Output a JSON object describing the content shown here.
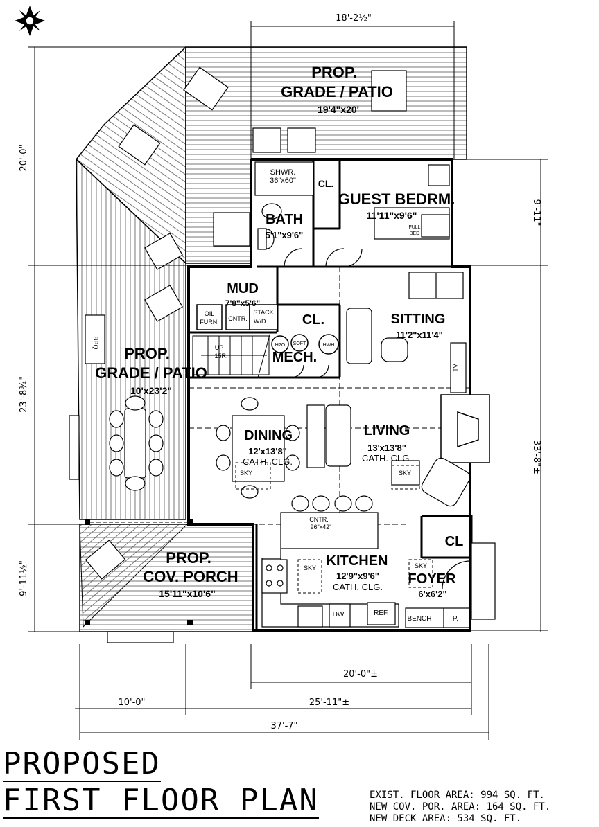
{
  "title": {
    "line1": "PROPOSED",
    "line2": "FIRST FLOOR PLAN"
  },
  "areas": [
    "EXIST. FLOOR AREA: 994 SQ. FT.",
    "NEW COV. POR. AREA: 164 SQ. FT.",
    "NEW DECK AREA: 534 SQ. FT."
  ],
  "rooms": {
    "patio_top": {
      "name1": "PROP.",
      "name2": "GRADE / PATIO",
      "size": "19'4\"x20'"
    },
    "patio_left": {
      "name1": "PROP.",
      "name2": "GRADE / PATIO",
      "size": "10'x23'2\""
    },
    "porch": {
      "name1": "PROP.",
      "name2": "COV. PORCH",
      "size": "15'11\"x10'6\""
    },
    "guest": {
      "name": "GUEST BEDRM.",
      "size": "11'11\"x9'6\""
    },
    "bath": {
      "name": "BATH",
      "size": "5'1\"x9'6\""
    },
    "shower": {
      "name": "SHWR.",
      "size": "36\"x60\""
    },
    "mud": {
      "name": "MUD",
      "size": "7'8\"x5'6\""
    },
    "sitting": {
      "name": "SITTING",
      "size": "11'2\"x11'4\""
    },
    "mech": {
      "name": "MECH."
    },
    "dining": {
      "name": "DINING",
      "size": "12'x13'8\"",
      "note": "CATH. CLG."
    },
    "living": {
      "name": "LIVING",
      "size": "13'x13'8\"",
      "note": "CATH. CLG."
    },
    "kitchen": {
      "name": "KITCHEN",
      "size": "12'9\"x9'6\"",
      "note": "CATH. CLG."
    },
    "foyer": {
      "name": "FOYER",
      "size": "6'x6'2\""
    }
  },
  "labels": {
    "cl": "CL.",
    "cl_foyer": "CL",
    "oil1": "OIL",
    "oil2": "FURN.",
    "cntr": "CNTR.",
    "stack1": "STACK",
    "stack2": "W/D.",
    "up1": "UP",
    "up2": "15R.",
    "h2o": "H2O",
    "soft": "SOFT",
    "hwh": "HWH",
    "bbq": "BBQ",
    "tv": "TV",
    "sky": "SKY",
    "kcntr1": "CNTR.",
    "kcntr2": "96\"x42\"",
    "dw": "DW",
    "ref": "REF.",
    "bench": "BENCH",
    "p": "P.",
    "bed1": "FULL",
    "bed2": "BED"
  },
  "dimensions": {
    "top": "18'-2½\"",
    "left_top": "20'-0\"",
    "left_mid": "23'-8¾\"",
    "left_bot": "9'-11½\"",
    "right_top": "9'-11\"",
    "right_main": "33'-8\"±",
    "bottom_20": "20'-0\"±",
    "bottom_10": "10'-0\"",
    "bottom_25": "25'-11\"±",
    "bottom_total": "37'-7\""
  }
}
